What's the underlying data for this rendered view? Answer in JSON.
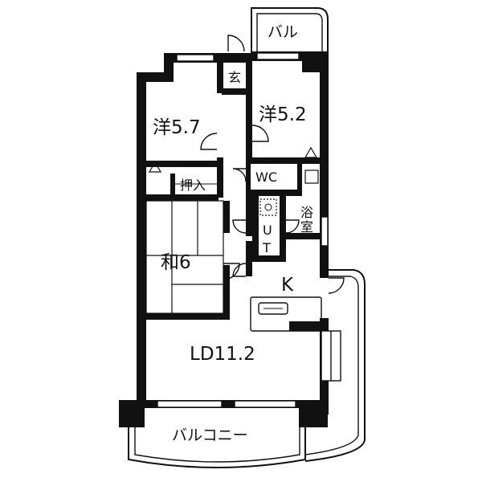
{
  "plan": {
    "rooms": {
      "balcony_top": "バル",
      "entrance": "玄",
      "western_room_1": "洋5.7",
      "western_room_2": "洋5.2",
      "wc": "WC",
      "closet": "押入",
      "bath_line1": "浴",
      "bath_line2": "室",
      "utility_line1": "U",
      "utility_line2": "T",
      "japanese_room": "和6",
      "kitchen": "K",
      "living_dining": "LD11.2",
      "balcony_bottom": "バルコニー"
    }
  }
}
